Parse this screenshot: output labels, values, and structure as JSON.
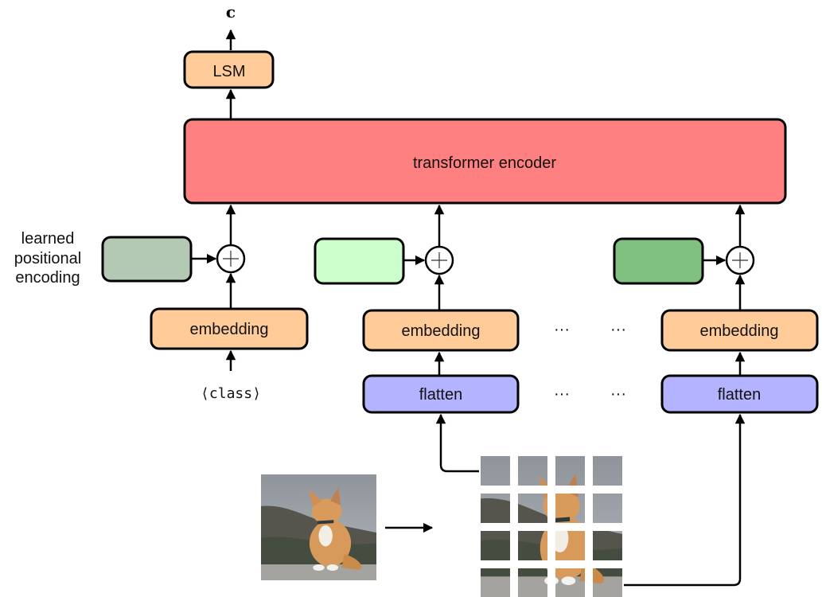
{
  "output_label": "c",
  "lsm_label": "LSM",
  "encoder_label": "transformer encoder",
  "positional_label": [
    "learned",
    "positional",
    "encoding"
  ],
  "class_token_label": "⟨class⟩",
  "embedding_label": "embedding",
  "flatten_label": "flatten",
  "ellipsis": "···",
  "colors": {
    "lsm": "#ffcc99",
    "embedding": "#ffcc99",
    "encoder": "#ff8080",
    "flatten": "#b3b3ff",
    "pos_enc_class": "#b3c9b3",
    "pos_enc_first": "#ccffcc",
    "pos_enc_last": "#80c080"
  }
}
